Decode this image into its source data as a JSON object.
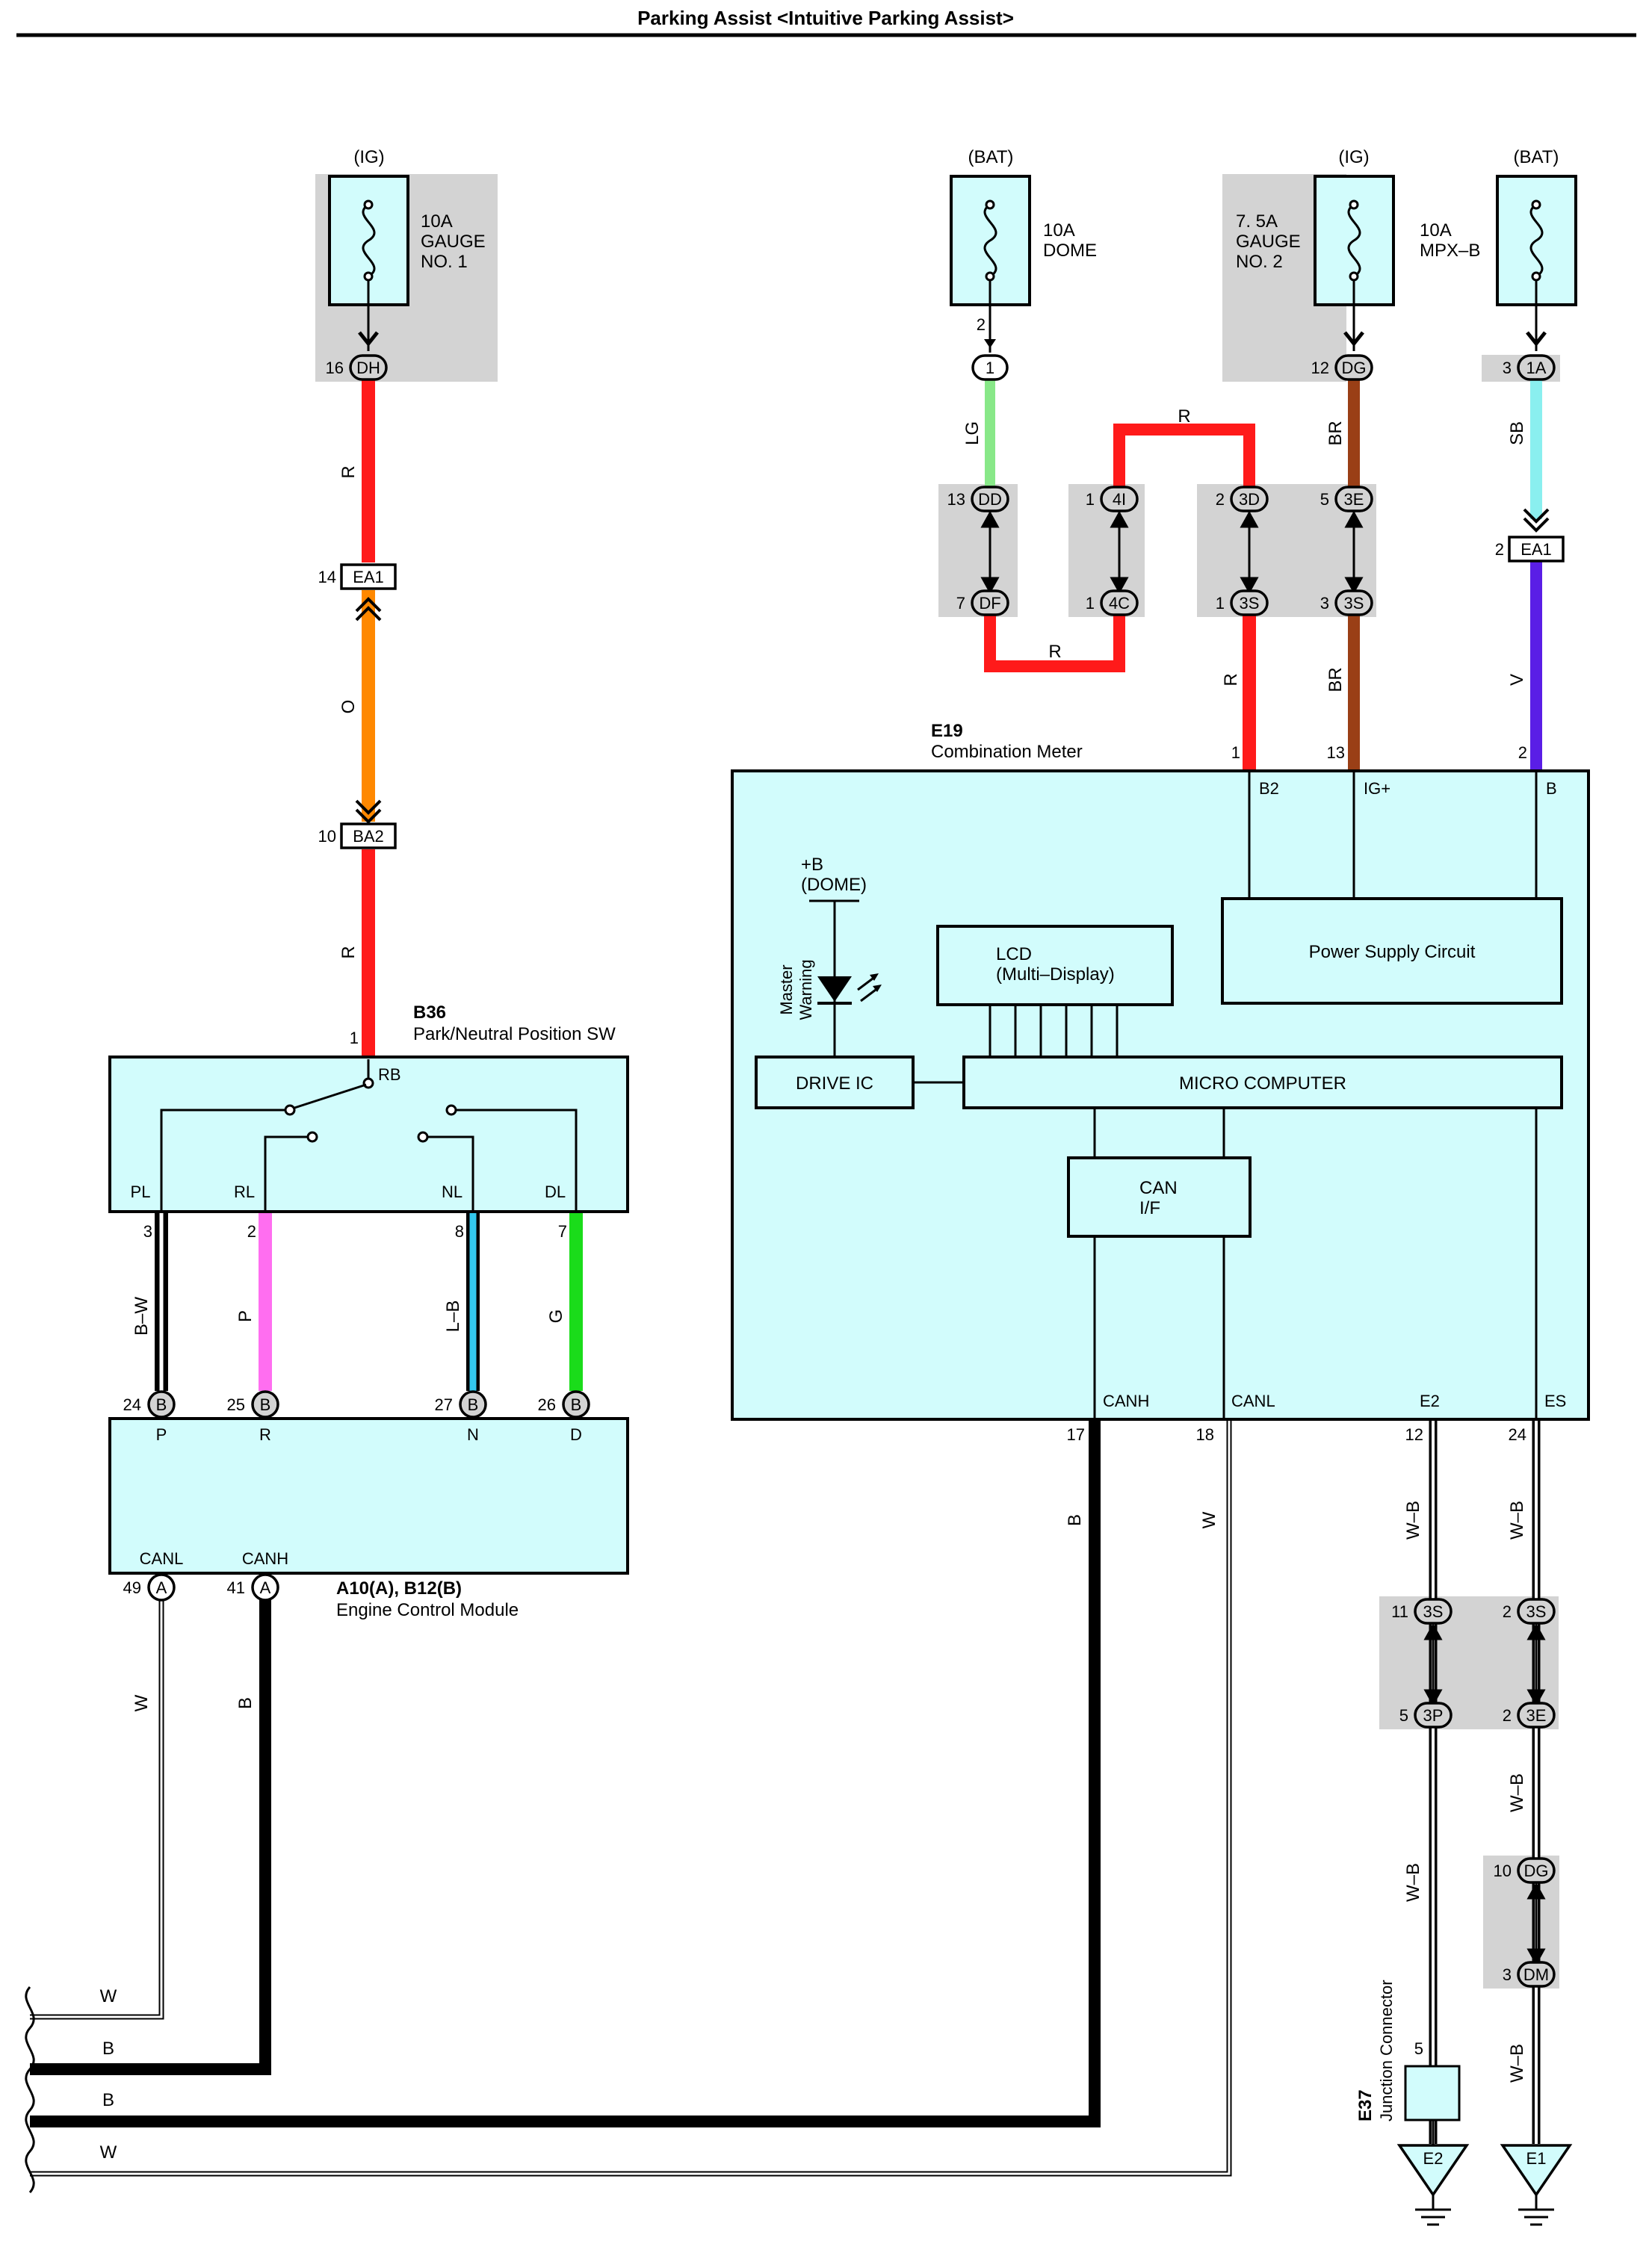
{
  "title": "Parking Assist <Intuitive Parking Assist>",
  "colors": {
    "background": "#ffffff",
    "component_fill": "#d2fcfc",
    "shade": "#d3d3d3",
    "wire_R": "#ff1a1a",
    "wire_O": "#ff8800",
    "wire_LG": "#88e888",
    "wire_BR": "#9a3f16",
    "wire_SB": "#8aefef",
    "wire_V": "#5a1ee6",
    "wire_P": "#ff6ef0",
    "wire_LB": "#33c8ee",
    "wire_G": "#1adc1a"
  },
  "fuses": [
    {
      "source": "(IG)",
      "lines": [
        "10A",
        "GAUGE",
        "NO. 1"
      ]
    },
    {
      "source": "(BAT)",
      "lines": [
        "10A",
        "DOME"
      ]
    },
    {
      "source": "(IG)",
      "lines": [
        "7. 5A",
        "GAUGE",
        "NO. 2"
      ]
    },
    {
      "source": "(BAT)",
      "lines": [
        "10A",
        "MPX–B"
      ]
    }
  ],
  "wire_labels": {
    "r1": "R",
    "o": "O",
    "r2": "R",
    "lg": "LG",
    "r_top": "R",
    "br1": "BR",
    "sb": "SB",
    "r_bottom": "R",
    "r3": "R",
    "br2": "BR",
    "v": "V",
    "bw": "B–W",
    "p": "P",
    "lb": "L–B",
    "g": "G",
    "w_ecm": "W",
    "b_ecm": "B",
    "b_meter": "B",
    "w_meter": "W",
    "wb1": "W–B",
    "wb2": "W–B",
    "wb3": "W–B",
    "wb4": "W–B",
    "wb5": "W–B",
    "w_left1": "W",
    "b_left1": "B",
    "b_left2": "B",
    "w_left2": "W"
  },
  "connectors": {
    "dh": {
      "code": "DH",
      "pin": "16"
    },
    "ea1_l": {
      "code": "EA1",
      "pin": "14"
    },
    "ba2": {
      "code": "BA2",
      "pin": "10"
    },
    "c1": {
      "code": "1",
      "pin": "2"
    },
    "dd": {
      "code": "DD",
      "pin": "13"
    },
    "df": {
      "code": "DF",
      "pin": "7"
    },
    "c4i": {
      "code": "4I",
      "pin": "1"
    },
    "c4c": {
      "code": "4C",
      "pin": "1"
    },
    "c3d": {
      "code": "3D",
      "pin": "2"
    },
    "c3s_a": {
      "code": "3S",
      "pin": "1"
    },
    "dg_top": {
      "code": "DG",
      "pin": "12"
    },
    "c3e_top": {
      "code": "3E",
      "pin": "5"
    },
    "c3s_b": {
      "code": "3S",
      "pin": "3"
    },
    "c1a": {
      "code": "1A",
      "pin": "3"
    },
    "ea1_r": {
      "code": "EA1",
      "pin": "2"
    },
    "c3s_c": {
      "code": "3S",
      "pin": "11"
    },
    "c3p": {
      "code": "3P",
      "pin": "5"
    },
    "c3s_d": {
      "code": "3S",
      "pin": "2"
    },
    "c3e_b": {
      "code": "3E",
      "pin": "2"
    },
    "dg_b": {
      "code": "DG",
      "pin": "10"
    },
    "dm": {
      "code": "DM",
      "pin": "3"
    }
  },
  "b36": {
    "code": "B36",
    "name": "Park/Neutral Position SW",
    "in_pin": "1",
    "rb": "RB",
    "terminals": [
      "PL",
      "RL",
      "NL",
      "DL"
    ],
    "pins": [
      "3",
      "2",
      "8",
      "7"
    ]
  },
  "ecm": {
    "code": "A10(A), B12(B)",
    "name": "Engine Control Module",
    "in_terms": [
      "P",
      "R",
      "N",
      "D"
    ],
    "in_pins": [
      "24",
      "25",
      "27",
      "26"
    ],
    "in_letter": "B",
    "canl": "CANL",
    "canh": "CANH",
    "canl_pin": "49",
    "canh_pin": "41",
    "out_letter": "A"
  },
  "meter": {
    "code": "E19",
    "name": "Combination Meter",
    "top_pins": [
      "1",
      "13",
      "2"
    ],
    "top_terms": [
      "B2",
      "IG+",
      "B"
    ],
    "dome_lines": [
      "+B",
      "(DOME)"
    ],
    "master_lines": [
      "Master",
      "Warning"
    ],
    "lcd_lines": [
      "LCD",
      "(Multi–Display)"
    ],
    "power": "Power Supply Circuit",
    "drive_ic": "DRIVE IC",
    "micro": "MICRO COMPUTER",
    "can_lines": [
      "CAN",
      "I/F"
    ],
    "bottom_terms": [
      "CANH",
      "CANL",
      "E2",
      "ES"
    ],
    "bottom_pins": [
      "17",
      "18",
      "12",
      "24"
    ]
  },
  "e37": {
    "code": "E37",
    "name": "Junction Connector",
    "pin": "5"
  },
  "grounds": [
    "E2",
    "E1"
  ]
}
